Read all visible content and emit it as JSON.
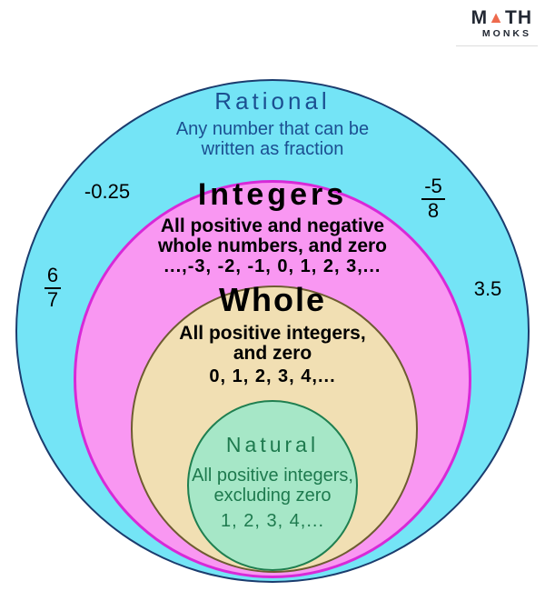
{
  "logo": {
    "part1": "M",
    "triangle": "▲",
    "part2": "TH",
    "subtitle": "MONKS",
    "text_color": "#222833",
    "triangle_color": "#EE6A4D"
  },
  "sets": {
    "rational": {
      "title": "Rational",
      "desc_line1": "Any number that can be",
      "desc_line2": "written as fraction",
      "fill": "#74E4F6",
      "border": "#1B3C6E",
      "text_color": "#1B4F91"
    },
    "integers": {
      "title": "Integers",
      "desc_line1": "All positive and negative",
      "desc_line2": "whole numbers, and zero",
      "sequence": "...,-3, -2, -1, 0, 1, 2, 3,...",
      "fill": "#F997F2",
      "border": "#D829D8",
      "text_color": "#000000"
    },
    "whole": {
      "title": "Whole",
      "desc_line1": "All positive integers,",
      "desc_line2": "and zero",
      "sequence": "0, 1, 2, 3, 4,...",
      "fill": "#F1DFB3",
      "border": "#6E5C31",
      "text_color": "#000000"
    },
    "natural": {
      "title": "Natural",
      "desc_line1": "All positive integers,",
      "desc_line2": "excluding zero",
      "sequence": "1, 2, 3, 4,...",
      "fill": "#A6E7C7",
      "border": "#1F7F50",
      "text_color": "#1E7A4E"
    }
  },
  "examples": {
    "neg_decimal": "-0.25",
    "pos_decimal": "3.5",
    "left_fraction": {
      "numerator": "6",
      "denominator": "7"
    },
    "right_fraction": {
      "numerator": "-5",
      "denominator": "8"
    },
    "text_color": "#000000"
  }
}
